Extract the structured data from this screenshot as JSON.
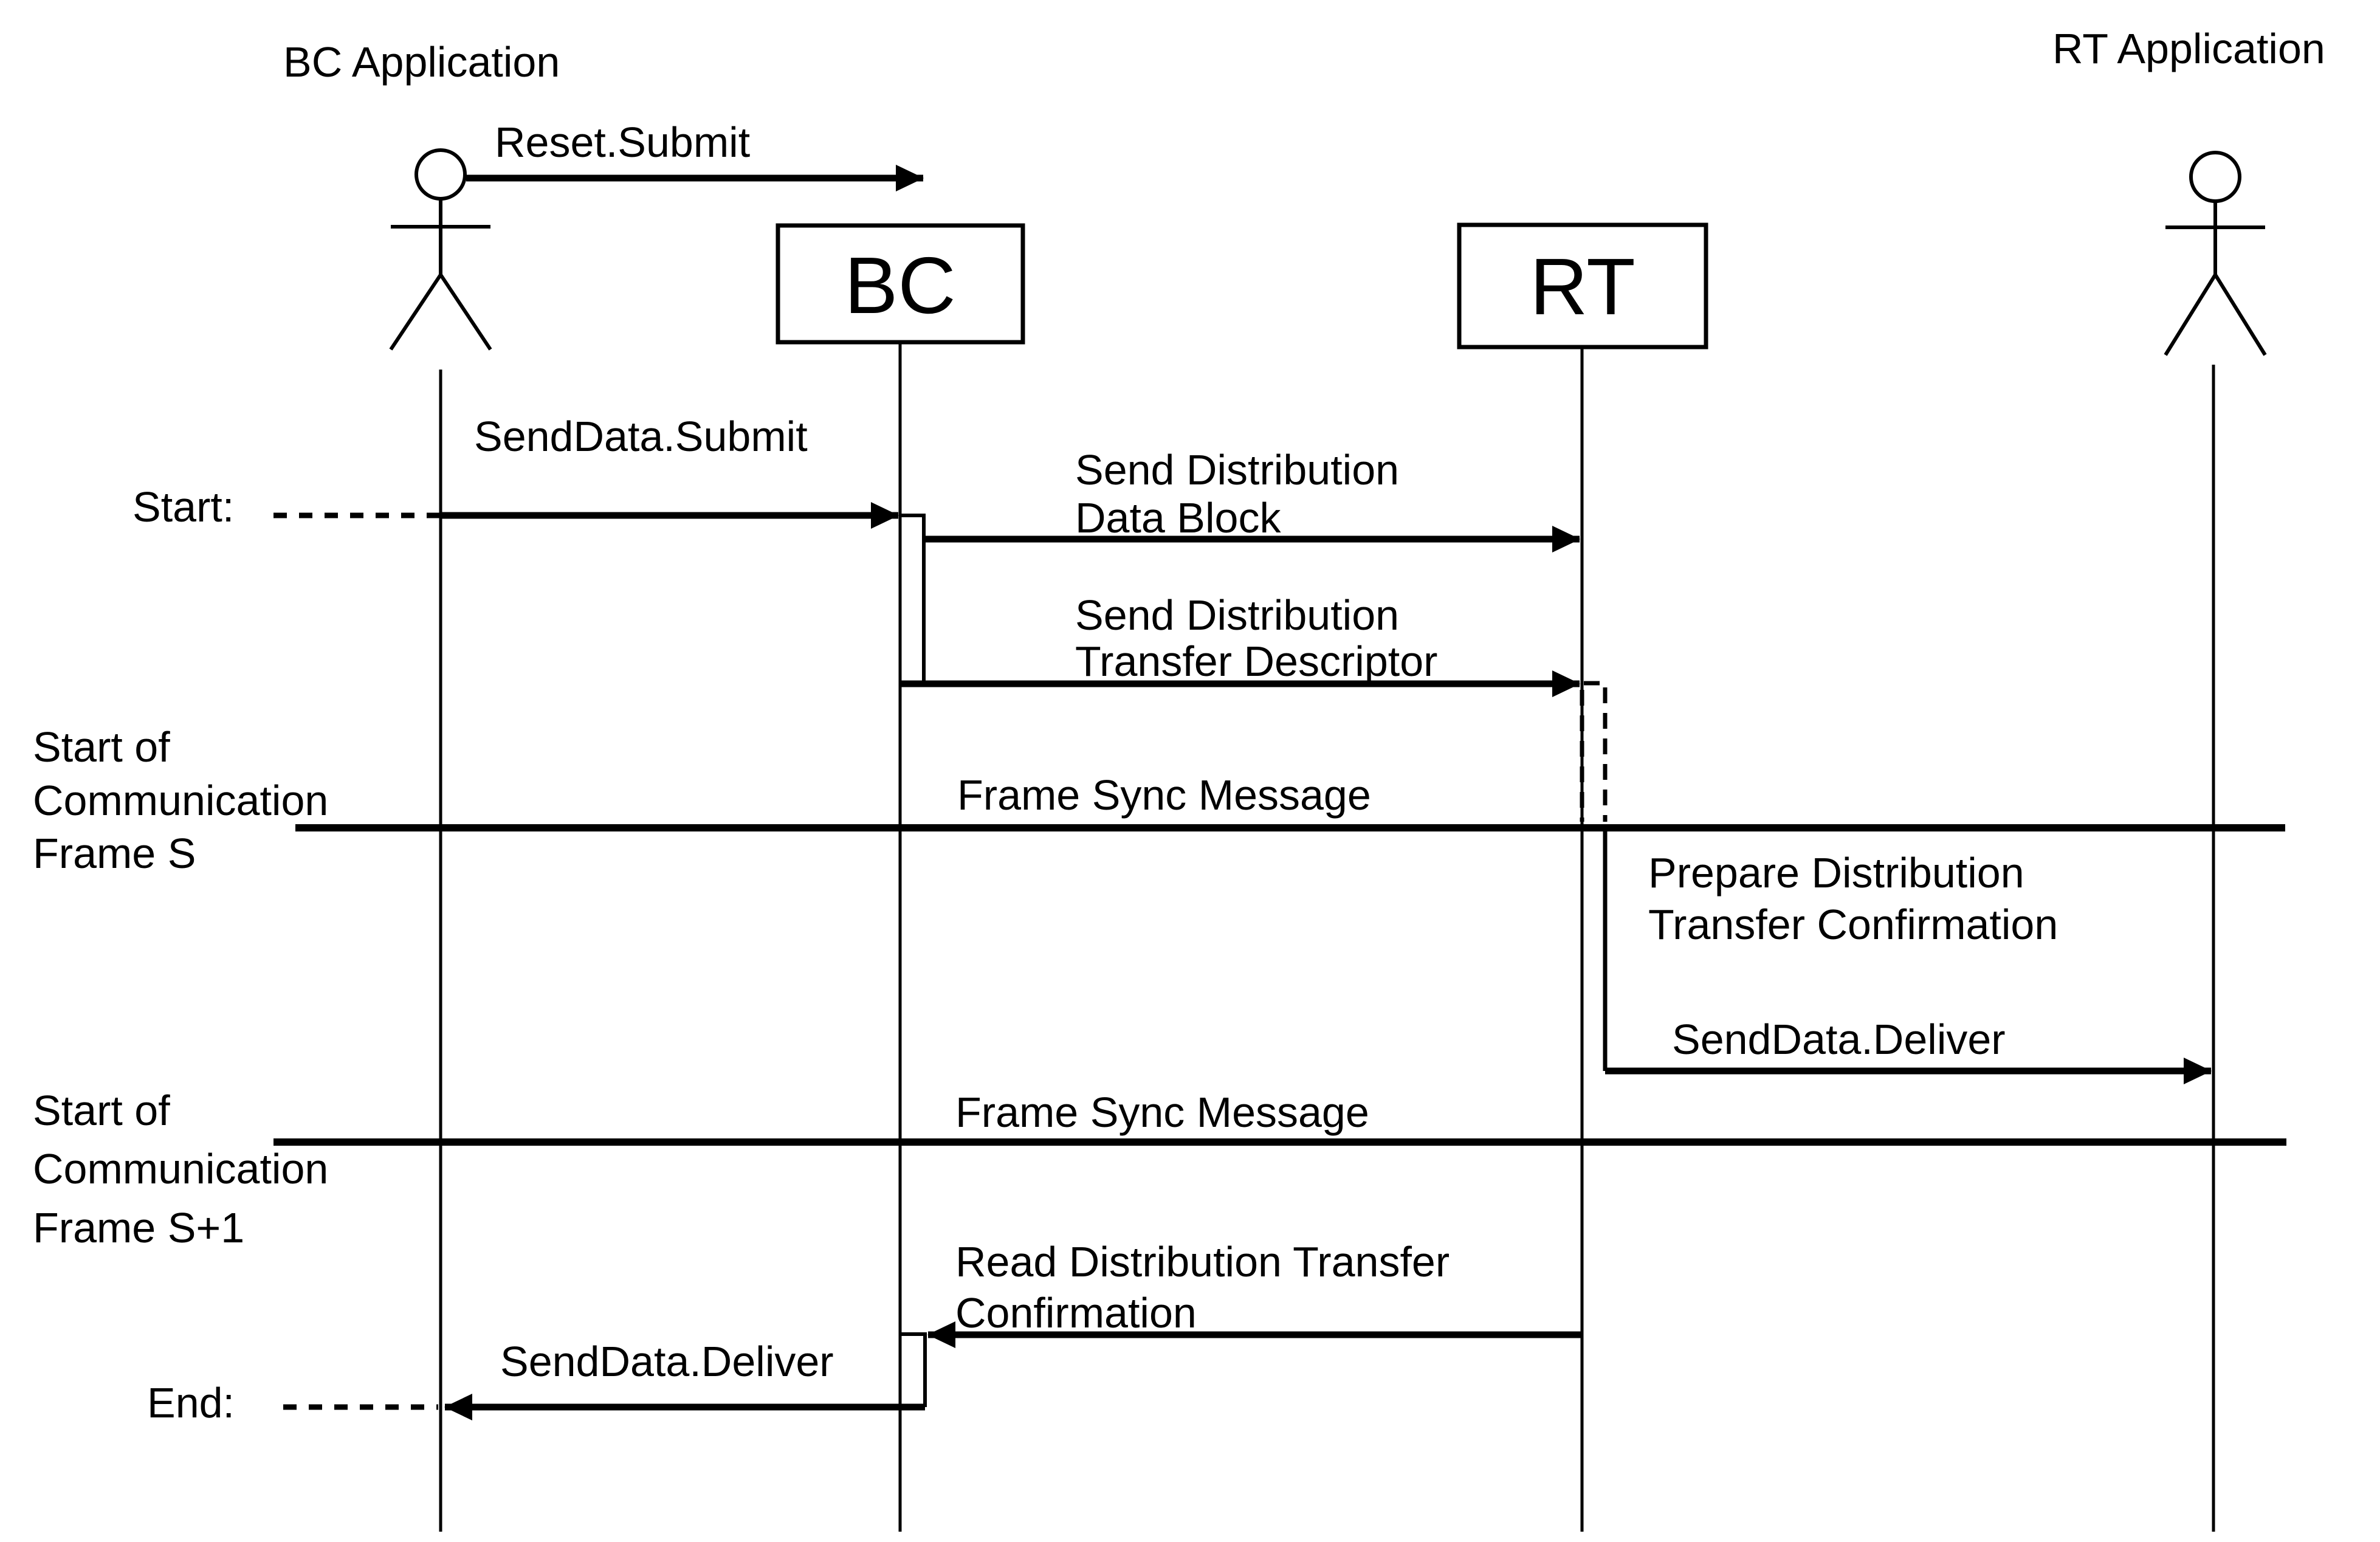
{
  "diagram": {
    "type": "sequence-diagram",
    "ink_color": "#000000",
    "background_color": "#ffffff"
  },
  "actors": {
    "bc_application": {
      "label": "BC Application"
    },
    "rt_application": {
      "label": "RT Application"
    }
  },
  "components": {
    "bc": {
      "label": "BC"
    },
    "rt": {
      "label": "RT"
    }
  },
  "messages": {
    "reset_submit": {
      "label": "Reset.Submit"
    },
    "senddata_submit": {
      "label": "SendData.Submit"
    },
    "send_distribution_data_block": {
      "line1": "Send Distribution",
      "line2": "Data Block"
    },
    "send_distribution_transfer_descriptor": {
      "line1": "Send Distribution",
      "line2": "Transfer Descriptor"
    },
    "frame_sync_message_1": {
      "label": "Frame Sync Message"
    },
    "prepare_distribution_transfer_confirmation": {
      "line1": "Prepare Distribution",
      "line2": "Transfer Confirmation"
    },
    "senddata_deliver_to_rt_app": {
      "label": "SendData.Deliver"
    },
    "frame_sync_message_2": {
      "label": "Frame Sync Message"
    },
    "read_distribution_transfer_confirmation": {
      "line1": "Read Distribution Transfer",
      "line2": "Confirmation"
    },
    "senddata_deliver_to_bc_app": {
      "label": "SendData.Deliver"
    }
  },
  "annotations": {
    "start": {
      "label": "Start:"
    },
    "end": {
      "label": "End:"
    },
    "frame_s": {
      "line1": "Start of",
      "line2": "Communication",
      "line3": "Frame S"
    },
    "frame_s_plus_1": {
      "line1": "Start of",
      "line2": "Communication",
      "line3": "Frame S+1"
    }
  }
}
